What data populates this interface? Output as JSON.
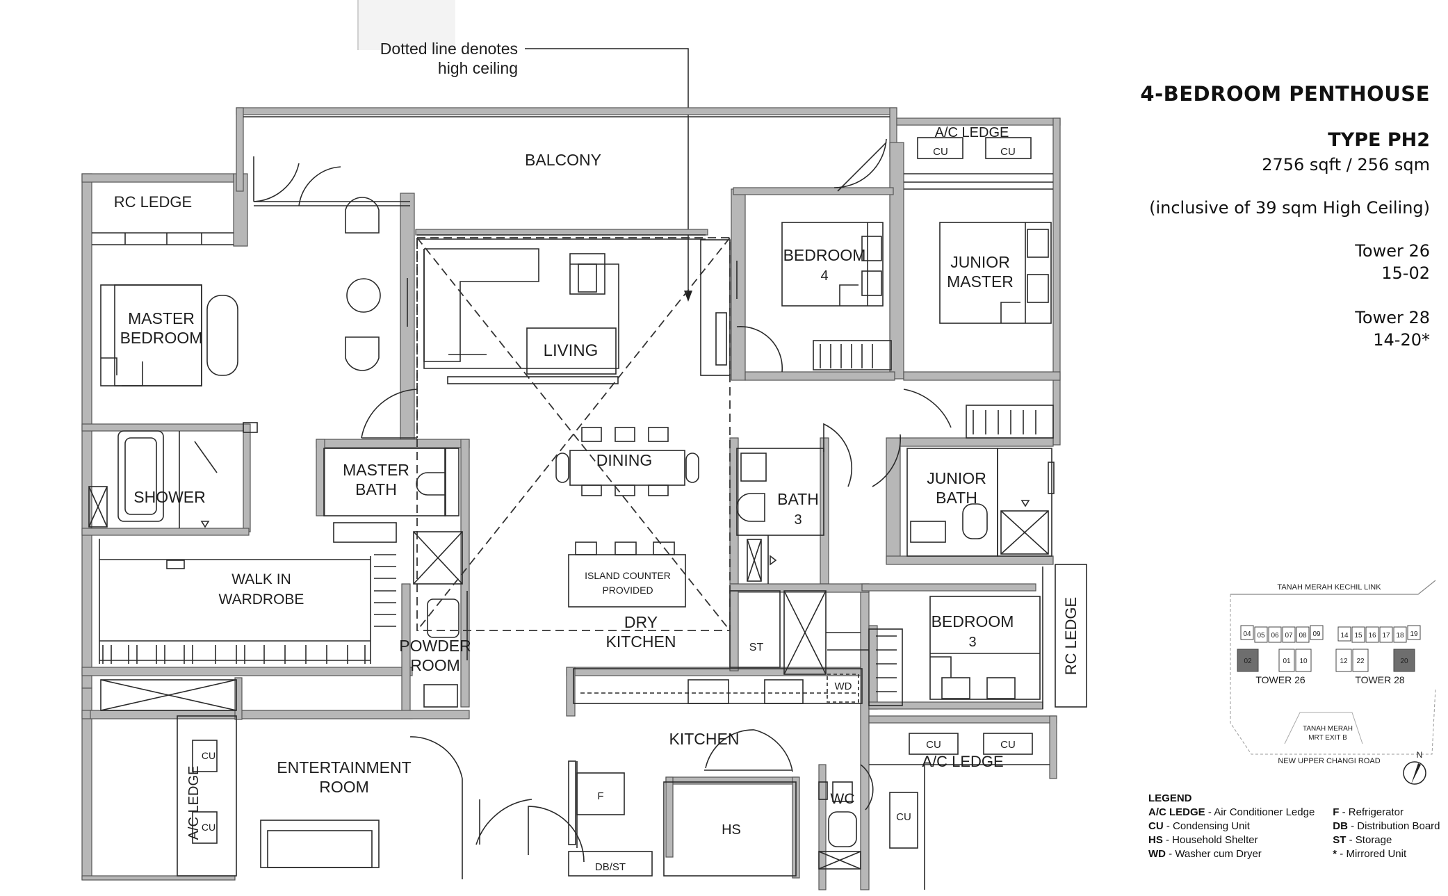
{
  "header": {
    "title": "4-BEDROOM PENTHOUSE",
    "type": "TYPE PH2",
    "area": "2756 sqft / 256 sqm",
    "note": "(inclusive of 39 sqm High Ceiling)",
    "towers": [
      {
        "tower": "Tower 26",
        "unit": "15-02"
      },
      {
        "tower": "Tower 28",
        "unit": "14-20*"
      }
    ]
  },
  "annotation": {
    "line1": "Dotted line denotes",
    "line2": "high ceiling"
  },
  "rooms": {
    "balcony": "BALCONY",
    "rc_ledge": "RC LEDGE",
    "rc_ledge_right": "RC LEDGE",
    "master_bedroom": [
      "MASTER",
      "BEDROOM"
    ],
    "living": "LIVING",
    "bedroom4": [
      "BEDROOM",
      "4"
    ],
    "junior_master": [
      "JUNIOR",
      "MASTER"
    ],
    "ac_ledge_top": "A/C LEDGE",
    "ac_ledge_bottom": "A/C LEDGE",
    "ac_ledge_left": "A/C LEDGE",
    "shower": "SHOWER",
    "master_bath": [
      "MASTER",
      "BATH"
    ],
    "dining": "DINING",
    "bath3": [
      "BATH",
      "3"
    ],
    "junior_bath": [
      "JUNIOR",
      "BATH"
    ],
    "walk_in_wardrobe": [
      "WALK IN",
      "WARDROBE"
    ],
    "island_counter": [
      "ISLAND COUNTER",
      "PROVIDED"
    ],
    "dry_kitchen": [
      "DRY",
      "KITCHEN"
    ],
    "st": "ST",
    "bedroom3": [
      "BEDROOM",
      "3"
    ],
    "powder_room": [
      "POWDER",
      "ROOM"
    ],
    "wd": "WD",
    "kitchen": "KITCHEN",
    "entertainment_room": [
      "ENTERTAINMENT",
      "ROOM"
    ],
    "f": "F",
    "hs": "HS",
    "wc": "WC",
    "db_st": "DB/ST",
    "cu": "CU"
  },
  "keyplan": {
    "road_top": "TANAH MERAH KECHIL LINK",
    "road_bottom": "NEW UPPER CHANGI ROAD",
    "mrt": [
      "TANAH MERAH",
      "MRT EXIT B"
    ],
    "tower26": "TOWER 26",
    "tower28": "TOWER 28",
    "units26_top": [
      "04",
      "05",
      "06",
      "07",
      "08",
      "09"
    ],
    "units26_bottom": [
      "02",
      "01",
      "10"
    ],
    "units28_top": [
      "14",
      "15",
      "16",
      "17",
      "18",
      "19"
    ],
    "units28_bottom": [
      "12",
      "22",
      "20"
    ],
    "north": "N",
    "highlight_color": "#6e6e6e"
  },
  "legend": {
    "title": "LEGEND",
    "left": [
      {
        "abbr": "A/C LEDGE",
        "desc": " - Air Conditioner Ledge"
      },
      {
        "abbr": "CU",
        "desc": " - Condensing Unit"
      },
      {
        "abbr": "HS",
        "desc": " - Household Shelter"
      },
      {
        "abbr": "WD",
        "desc": " - Washer cum Dryer"
      }
    ],
    "right": [
      {
        "abbr": "F",
        "desc": " - Refrigerator"
      },
      {
        "abbr": "DB",
        "desc": " - Distribution Board"
      },
      {
        "abbr": "ST",
        "desc": " - Storage"
      },
      {
        "abbr": "*",
        "desc": " - Mirrored Unit"
      }
    ]
  },
  "colors": {
    "wall": "#b7b7b7",
    "line": "#2a2a2a",
    "highlight": "#6e6e6e"
  }
}
